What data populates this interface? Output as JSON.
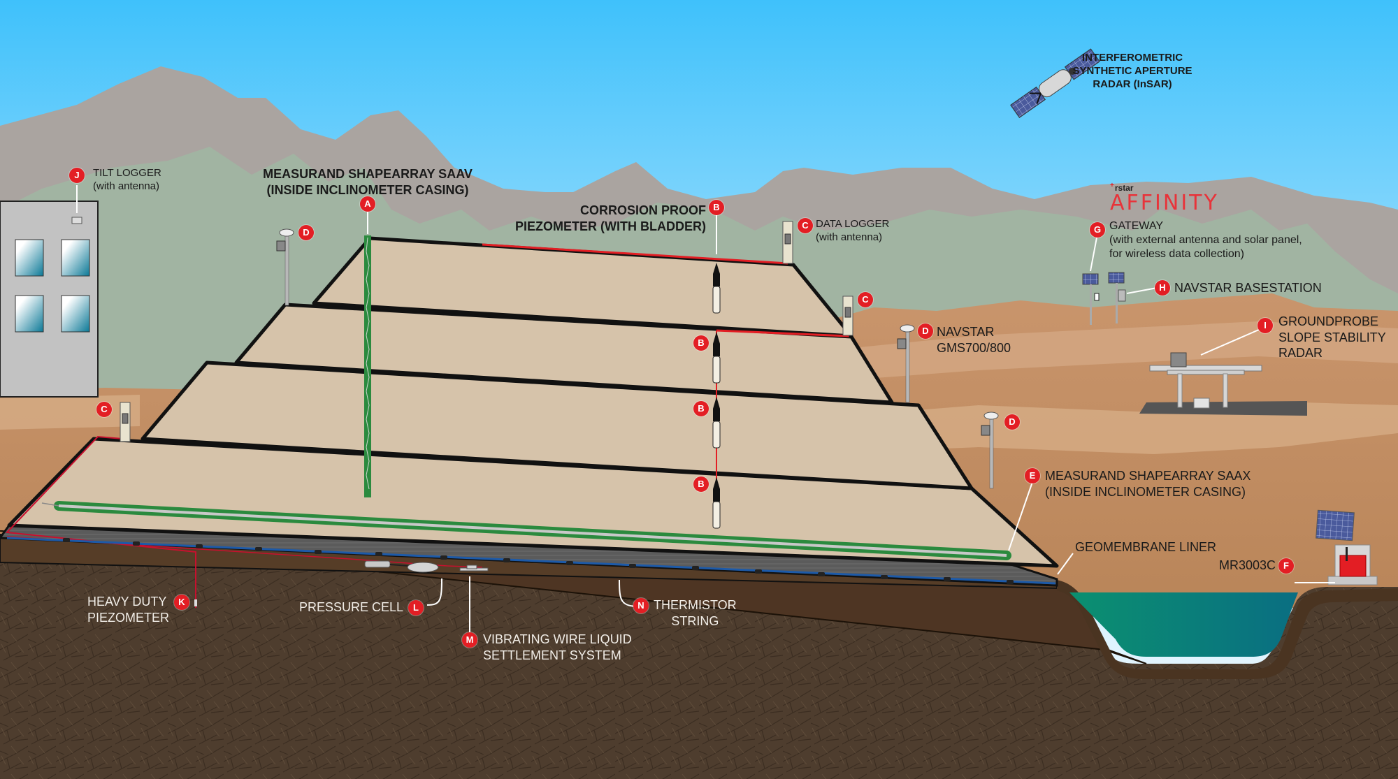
{
  "diagram": {
    "colors": {
      "sky_top": "#3fc1fb",
      "sky_bottom": "#f2fbff",
      "mountain": "#a8a39f",
      "mountain_green": "#a3b5a3",
      "desert": "#c99a74",
      "embankment": "#d5c2a8",
      "liner": "#5a5a5a",
      "soil": "#4b3a2b",
      "water": "#0a8c7a",
      "badge": "#e31e24",
      "sensor_green": "#2b8a3e",
      "cable_red": "#e31e24",
      "thermistor_blue": "#1d5aa8"
    },
    "logo": {
      "brand": "rstar",
      "product": "AFFINITY"
    },
    "labels": {
      "insar": {
        "lines": [
          "INTERFEROMETRIC",
          "SYNTHETIC APERTURE",
          "RADAR (InSAR)"
        ]
      },
      "tilt_logger": {
        "badge": "J",
        "title": "TILT LOGGER",
        "sub": "(with antenna)"
      },
      "saav": {
        "badge": "A",
        "lines": [
          "MEASURAND SHAPEARRAY SAAV",
          "(INSIDE INCLINOMETER CASING)"
        ]
      },
      "piezometer": {
        "badge": "B",
        "lines": [
          "CORROSION PROOF",
          "PIEZOMETER (WITH BLADDER)"
        ]
      },
      "data_logger": {
        "badge": "C",
        "title": "DATA LOGGER",
        "sub": "(with antenna)"
      },
      "gateway": {
        "badge": "G",
        "title": "GATEWAY",
        "lines": [
          "(with external antenna and solar panel,",
          "for wireless data collection)"
        ]
      },
      "basestation": {
        "badge": "H",
        "title": "NAVSTAR BASESTATION"
      },
      "navstar": {
        "badge": "D",
        "lines": [
          "NAVSTAR",
          "GMS700/800"
        ]
      },
      "groundprobe": {
        "badge": "I",
        "lines": [
          "GROUNDPROBE",
          "SLOPE STABILITY",
          "RADAR"
        ]
      },
      "saax": {
        "badge": "E",
        "lines": [
          "MEASURAND SHAPEARRAY SAAX",
          "(INSIDE INCLINOMETER CASING)"
        ]
      },
      "geomembrane": {
        "title": "GEOMEMBRANE LINER"
      },
      "mr3003c": {
        "badge": "F",
        "title": "MR3003C"
      },
      "heavy_piezo": {
        "badge": "K",
        "lines": [
          "HEAVY DUTY",
          "PIEZOMETER"
        ]
      },
      "pressure_cell": {
        "badge": "L",
        "title": "PRESSURE CELL"
      },
      "vw_settlement": {
        "badge": "M",
        "lines": [
          "VIBRATING WIRE LIQUID",
          "SETTLEMENT SYSTEM"
        ]
      },
      "thermistor": {
        "badge": "N",
        "lines": [
          "THERMISTOR",
          "STRING"
        ]
      }
    },
    "extra_badges": {
      "b2": "B",
      "b3": "B",
      "b4": "B",
      "c2": "C",
      "c3": "C",
      "d1": "D",
      "d3": "D"
    }
  }
}
